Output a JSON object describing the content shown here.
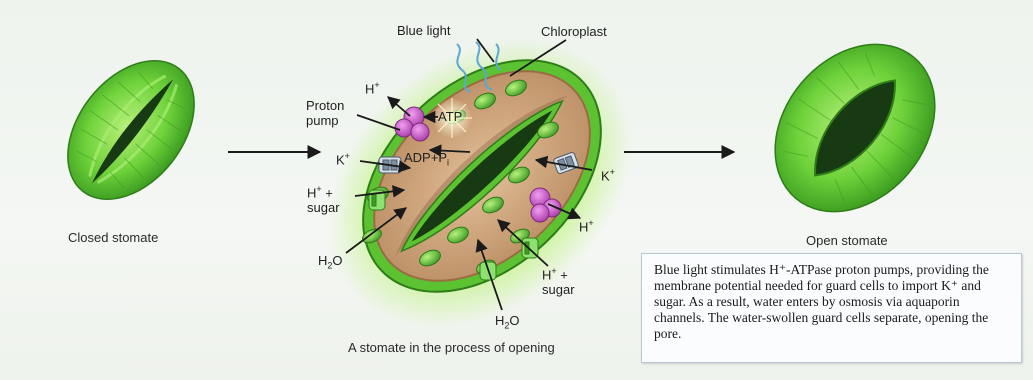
{
  "labels": {
    "blue_light": "Blue light",
    "chloroplast": "Chloroplast",
    "h_plus_top": "H",
    "plus": "+",
    "proton_pump_line1": "Proton",
    "proton_pump_line2": "pump",
    "atp": "ATP",
    "k_plus_left": "K",
    "adp_pi": "ADP+P",
    "adp_pi_sub": "i",
    "h_sugar_left_line1": "H",
    "h_sugar_left_plus": " +",
    "h_sugar_left_line2": "sugar",
    "h2o_left": "H",
    "h2o_left_2": "2",
    "h2o_left_o": "O",
    "k_plus_right": "K",
    "h_plus_right": "H",
    "h_sugar_right_line1": "H",
    "h_sugar_right_plus": " +",
    "h_sugar_right_line2": "sugar",
    "h2o_bottom": "H",
    "h2o_bottom_2": "2",
    "h2o_bottom_o": "O"
  },
  "captions": {
    "closed": "Closed stomate",
    "opening": "A stomate in the process of opening",
    "open": "Open stomate"
  },
  "description": "Blue light stimulates H⁺-ATPase proton pumps, providing the membrane potential needed for guard cells to import K⁺ and sugar. As a result, water enters by osmosis via aquaporin channels. The water-swollen guard cells separate, opening the pore.",
  "colors": {
    "guard_cell_green": "#6ed23a",
    "pore_dark": "#173a12",
    "cell_interior": "#caa07a",
    "proton_pump": "#c34fc1",
    "arrow": "#1a1a1a",
    "blue_light": "#5aa7d8"
  }
}
